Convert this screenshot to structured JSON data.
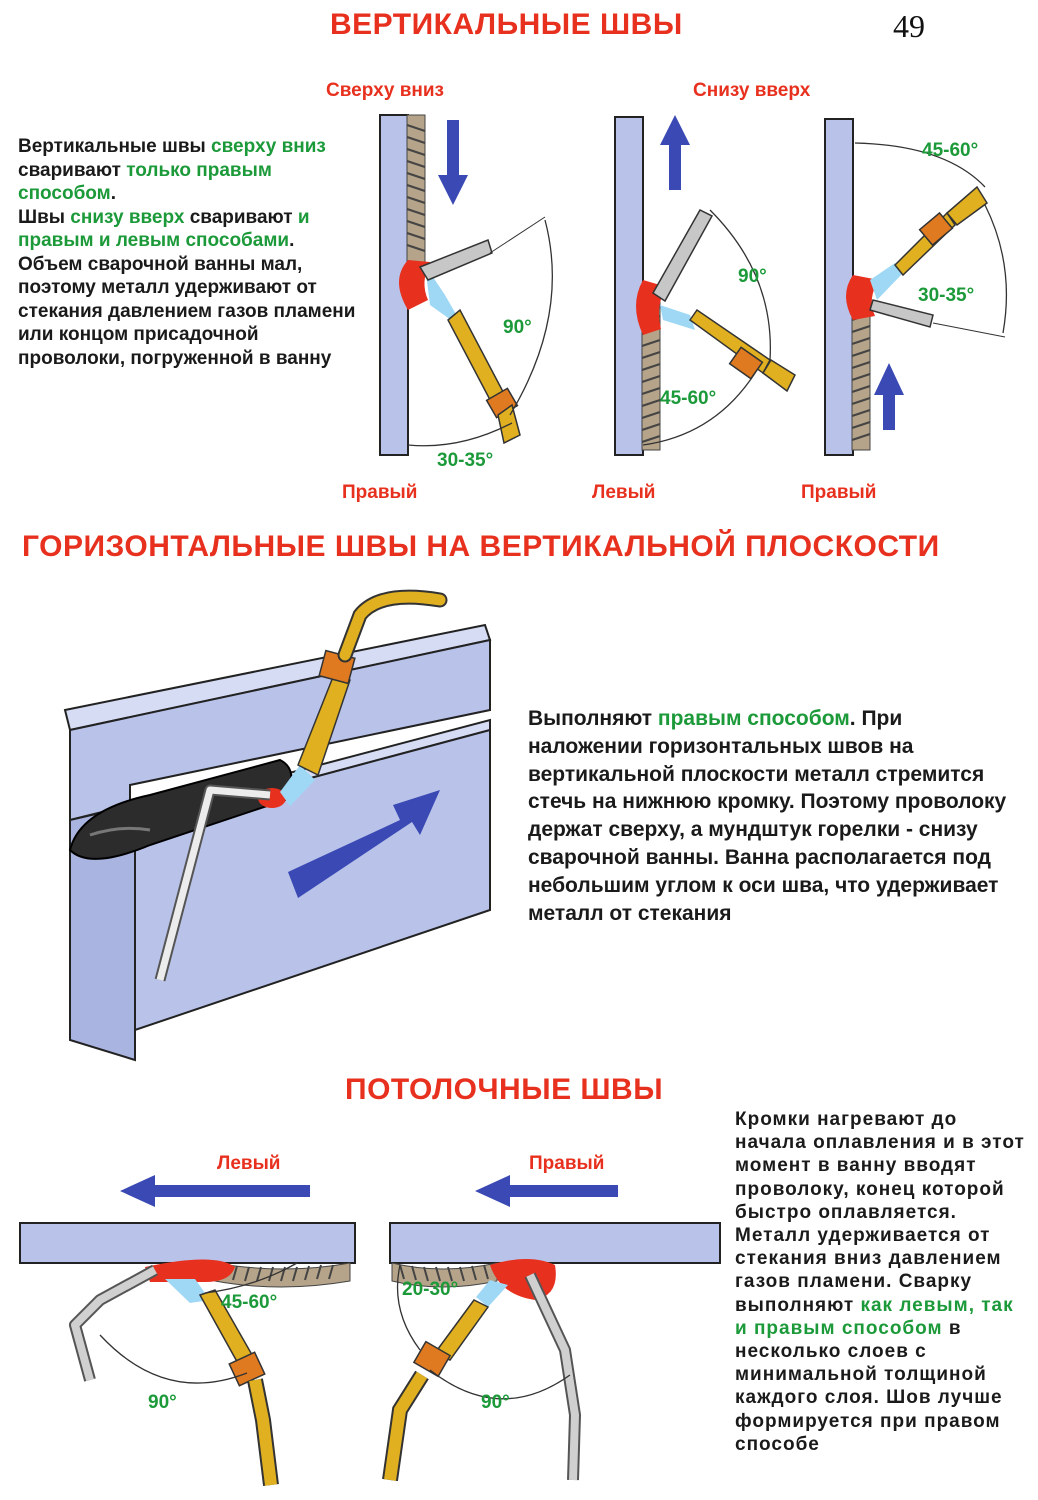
{
  "page_number": "49",
  "vertical": {
    "title": "ВЕРТИКАЛЬНЫЕ ШВЫ",
    "label_top_down": "Сверху  вниз",
    "label_bottom_up": "Снизу вверх",
    "para": {
      "s1a": "Вертикальные швы ",
      "s1b": "сверху вниз",
      "s1c": " сваривают ",
      "s1d": "только правым способом",
      "s1e": ".",
      "s2a": "Швы ",
      "s2b": "снизу вверх",
      "s2c": " сваривают ",
      "s2d": "и правым и левым способами",
      "s2e": ".",
      "s3": "Объем сварочной ванны мал, поэтому металл удерживают от стекания давлением газов пламени или концом присадочной проволоки, погруженной в ванну"
    },
    "diagrams": [
      {
        "caption": "Правый",
        "angle_a": "90°",
        "angle_b": "30-35°"
      },
      {
        "caption": "Левый",
        "angle_a": "90°",
        "angle_b": "45-60°"
      },
      {
        "caption": "Правый",
        "angle_a": "45-60°",
        "angle_b": "30-35°"
      }
    ]
  },
  "horizontal": {
    "title": "ГОРИЗОНТАЛЬНЫЕ ШВЫ НА ВЕРТИКАЛЬНОЙ ПЛОСКОСТИ",
    "para": {
      "a": "Выполняют ",
      "b": "правым способом",
      "c": ". При наложении горизонтальных швов на вертикальной плоскости металл стремится стечь на нижнюю кромку. Поэтому проволоку держат сверху, а мундштук горелки - снизу сварочной ванны. Ванна располагается под небольшим углом к оси шва, что удерживает металл от стекания"
    }
  },
  "overhead": {
    "title": "ПОТОЛОЧНЫЕ ШВЫ",
    "left": {
      "caption": "Левый",
      "angle_a": "45-60°",
      "angle_b": "90°"
    },
    "right": {
      "caption": "Правый",
      "angle_a": "20-30°",
      "angle_b": "90°"
    },
    "para": {
      "a": "Кромки нагревают до начала оплавления и в этот момент в ванну вводят проволоку, конец которой быстро оплавляется. Металл удерживается от стекания вниз давлением газов пламени. Сварку выполняют ",
      "b": "как левым, так и правым способом",
      "c": " в несколько слоев с минимальной толщиной каждого слоя. Шов лучше формируется при правом способе"
    }
  },
  "colors": {
    "title_red": "#e8301e",
    "green_text": "#1c9a3a",
    "arrow_blue": "#3a49b3",
    "plate": "#b9c3ea",
    "brass": "#e0b020"
  }
}
